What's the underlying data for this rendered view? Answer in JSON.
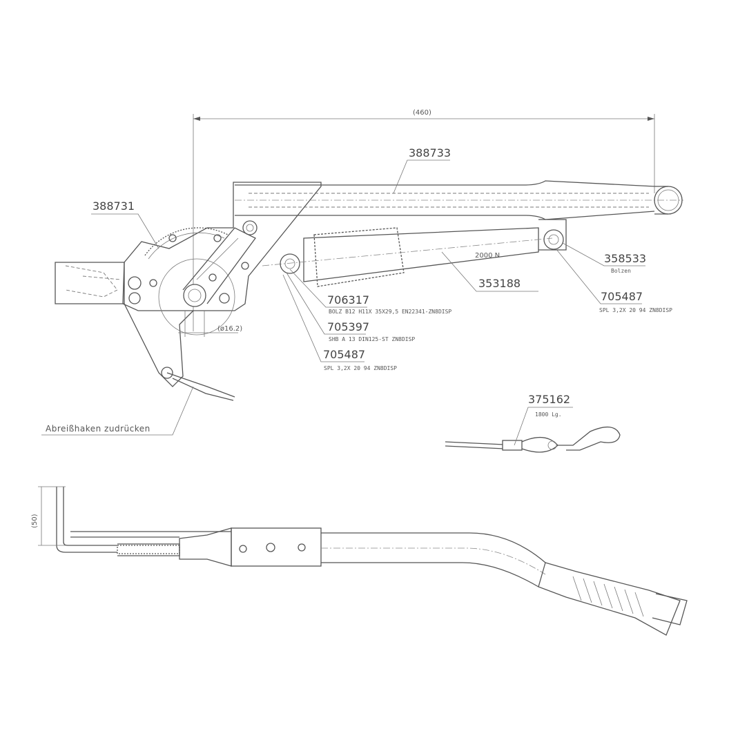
{
  "dimensions": {
    "overall_length": "(460)",
    "pin_diameter": "(ø16.2)",
    "hook_offset": "(50)"
  },
  "labels": {
    "force": "2000 N",
    "note": "Abreißhaken zudrücken"
  },
  "parts": [
    {
      "number": "388733",
      "desc": ""
    },
    {
      "number": "388731",
      "desc": ""
    },
    {
      "number": "358533",
      "desc": "Bolzen"
    },
    {
      "number": "353188",
      "desc": ""
    },
    {
      "number": "705487",
      "desc": "SPL 3,2X 20    94      ZN8DISP"
    },
    {
      "number": "706317",
      "desc": "BOLZ  B12 H11X 35X29,5 EN22341-ZN8DISP"
    },
    {
      "number": "705397",
      "desc": "SHB A 13   DIN125-ST ZN8DISP"
    },
    {
      "number": "705487",
      "desc": "SPL 3,2X 20    94     ZN8DISP"
    },
    {
      "number": "375162",
      "desc": "1800 Lg."
    }
  ]
}
